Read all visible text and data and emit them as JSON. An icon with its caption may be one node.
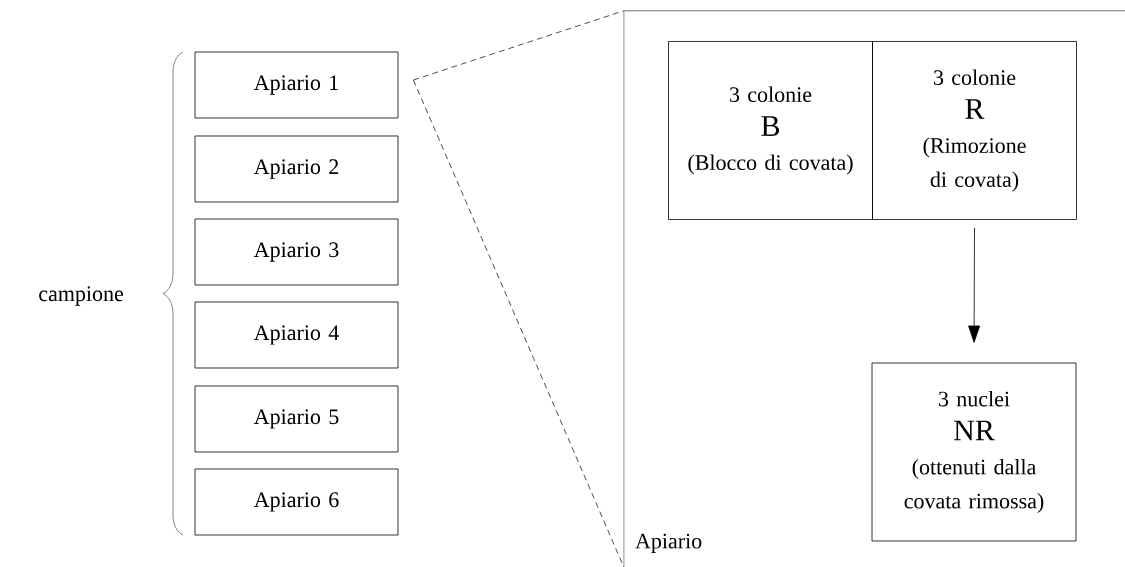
{
  "diagram": {
    "nodes": [
      {
        "text": [
          "Apiario 1"
        ]
      },
      {
        "text": [
          "Apiario 2"
        ]
      },
      {
        "text": [
          "Apiario 3"
        ]
      },
      {
        "text": [
          "Apiario 4"
        ]
      },
      {
        "text": [
          "Apiario 5"
        ]
      },
      {
        "text": [
          "Apiario 6"
        ]
      },
      {
        "text": [
          "Apiario"
        ]
      },
      {
        "text": [
          "3 colonie",
          "B",
          "(Blocco di covata)"
        ],
        "in": 6
      },
      {
        "text": [
          "3 colonie",
          "R",
          "(Rimozione di covata)"
        ],
        "in": 6
      },
      {
        "text": [
          "3 nuclei",
          "NR",
          "(ottenuti dalla covata rimossa)"
        ],
        "in": 6
      }
    ],
    "edges": [
      {
        "from": 0,
        "to": 6,
        "arrow": "none",
        "style": "dashed"
      },
      {
        "from": 0,
        "to": 6,
        "arrow": "none",
        "style": "dashed"
      },
      {
        "from": 8,
        "to": 9,
        "arrow": "to"
      }
    ],
    "labels": [
      "campione"
    ]
  }
}
